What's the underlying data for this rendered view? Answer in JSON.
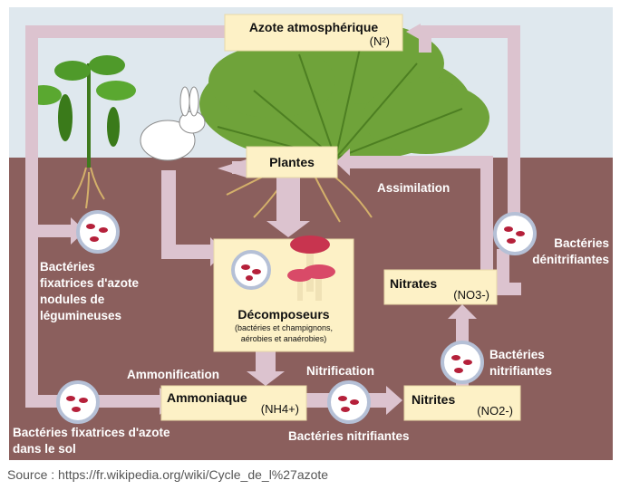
{
  "diagram": {
    "boxes": {
      "atmos": {
        "title": "Azote atmosphérique",
        "formula": "(N²)"
      },
      "plantes": {
        "title": "Plantes"
      },
      "decomp": {
        "title": "Décomposeurs",
        "sub1": "(bactéries et champignons,",
        "sub2": "aérobies et anaérobies)"
      },
      "nitrates": {
        "title": "Nitrates",
        "formula": "(NO3-)"
      },
      "nitrites": {
        "title": "Nitrites",
        "formula": "(NO2-)"
      },
      "ammoniaque": {
        "title": "Ammoniaque",
        "formula": "(NH4+)"
      }
    },
    "labels": {
      "assimilation": "Assimilation",
      "ammonification": "Ammonification",
      "nitrification": "Nitrification",
      "bact_nodules": [
        "Bactéries",
        "fixatrices d'azote",
        "nodules de",
        "légumineuses"
      ],
      "bact_sol": [
        "Bactéries fixatrices d'azote",
        "dans le sol"
      ],
      "bact_denit": [
        "Bactéries",
        "dénitrifiantes"
      ],
      "bact_nitrif_right": [
        "Bactéries",
        "nitrifiantes"
      ],
      "bact_nitrif_bottom": "Bactéries nitrifiantes"
    }
  },
  "source": "Source : https://fr.wikipedia.org/wiki/Cycle_de_l%27azote",
  "colors": {
    "sky": "#dfe8ee",
    "soil": "#8b5f5d",
    "arrow": "#dcc3cf",
    "box_fill": "#fdf1c6",
    "box_stroke": "#e8d9a8",
    "bacteria": "#b5203a"
  }
}
